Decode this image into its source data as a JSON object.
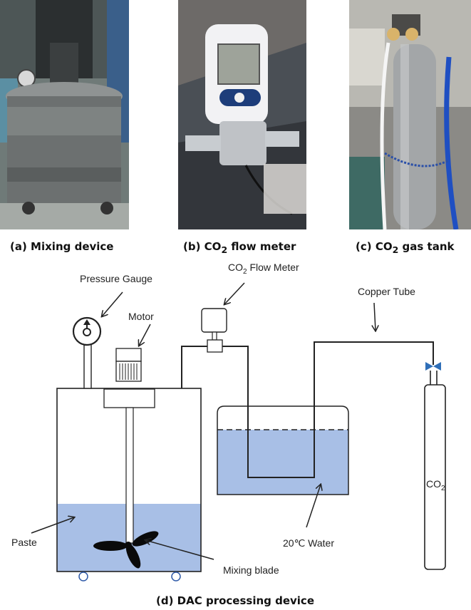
{
  "photos": [
    {
      "caption_prefix": "(a) Mixing device",
      "caption_sub": "",
      "caption_suffix": "",
      "icon": "mixing-device-photo"
    },
    {
      "caption_prefix": "(b) CO",
      "caption_sub": "2",
      "caption_suffix": " flow meter",
      "icon": "flow-meter-photo"
    },
    {
      "caption_prefix": "(c) CO",
      "caption_sub": "2",
      "caption_suffix": " gas tank",
      "icon": "gas-tank-photo"
    }
  ],
  "diagram": {
    "caption": "(d) DAC processing device",
    "labels": {
      "pressure_gauge": "Pressure Gauge",
      "motor": "Motor",
      "flow_meter_prefix": "CO",
      "flow_meter_sub": "2",
      "flow_meter_suffix": " Flow Meter",
      "copper_tube": "Copper Tube",
      "paste": "Paste",
      "water": "20℃ Water",
      "mixing_blade": "Mixing blade",
      "tank_prefix": "CO",
      "tank_sub": "2"
    },
    "colors": {
      "liquid": "#a8bfe6",
      "line": "#222222",
      "valve": "#2f6fb8"
    }
  }
}
